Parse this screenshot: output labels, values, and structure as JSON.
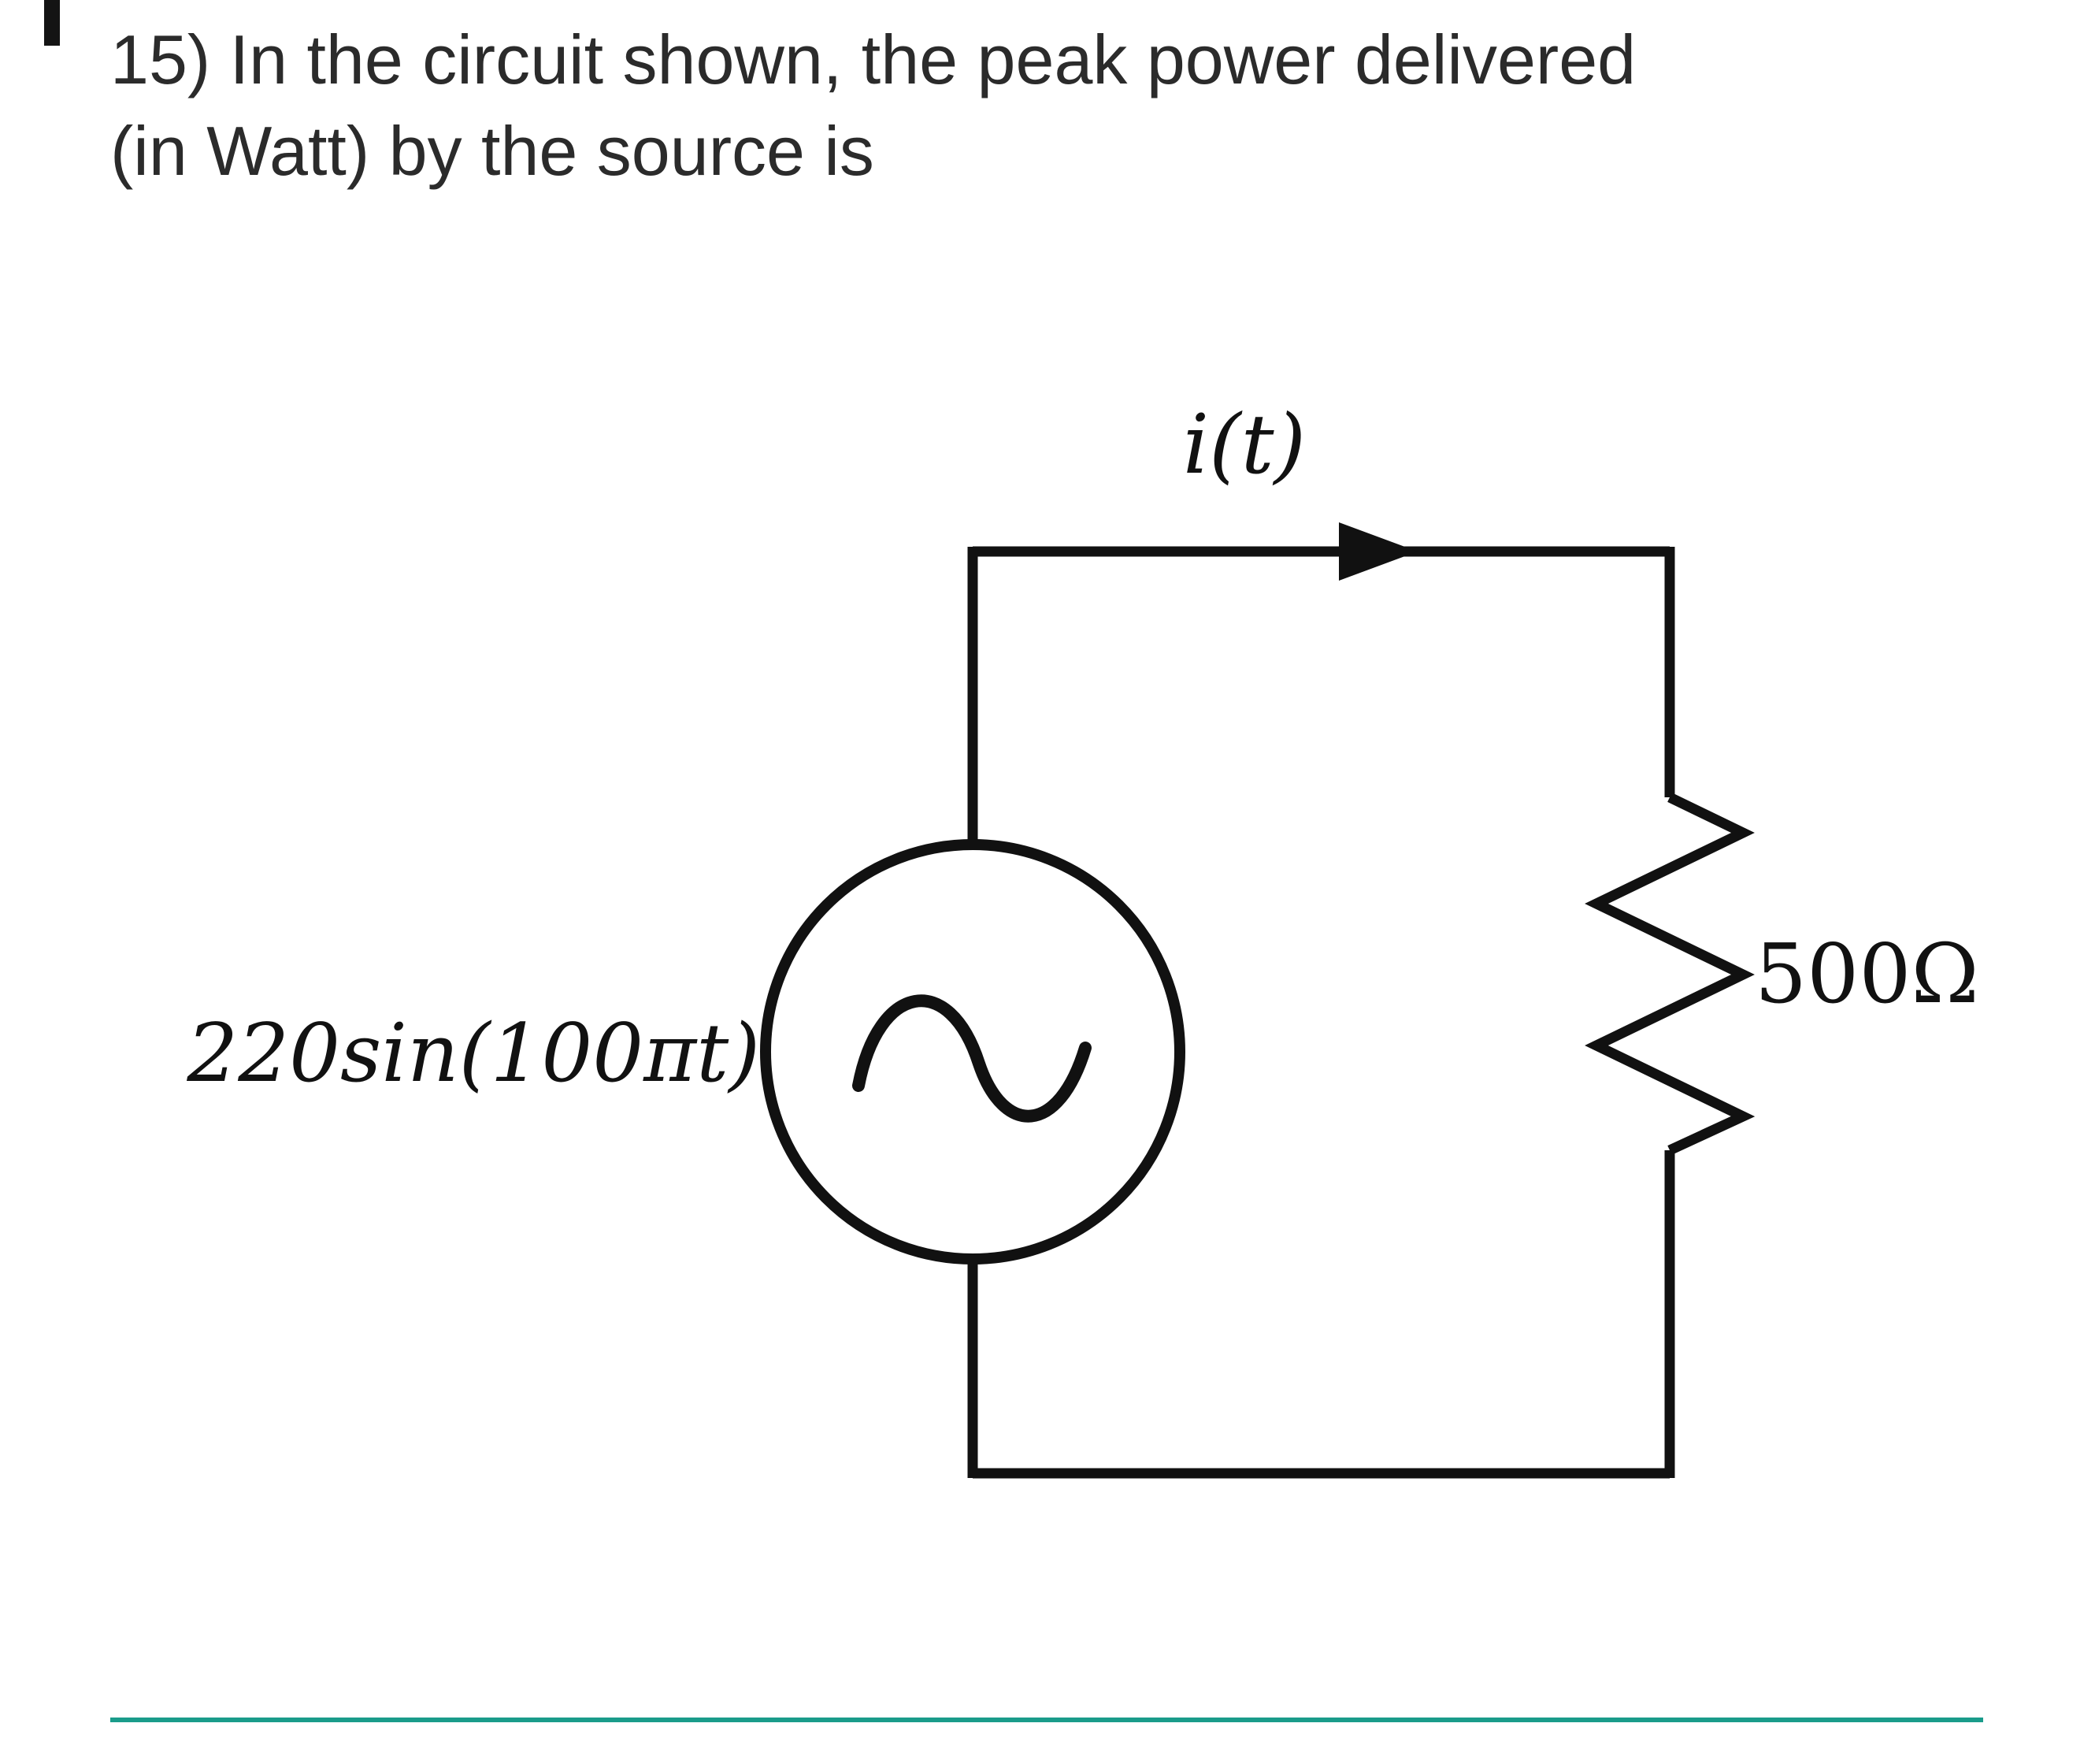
{
  "question": {
    "line1": "15)  In the circuit shown, the peak power delivered",
    "line2": "(in Watt) by the source is"
  },
  "circuit": {
    "current_label": "i(t)",
    "source_label": "220sin(100πt)",
    "resistor_label": "500Ω"
  },
  "colors": {
    "text": "#2b2b2b",
    "line": "#111111",
    "divider": "#1a9c8b",
    "background": "#ffffff"
  }
}
